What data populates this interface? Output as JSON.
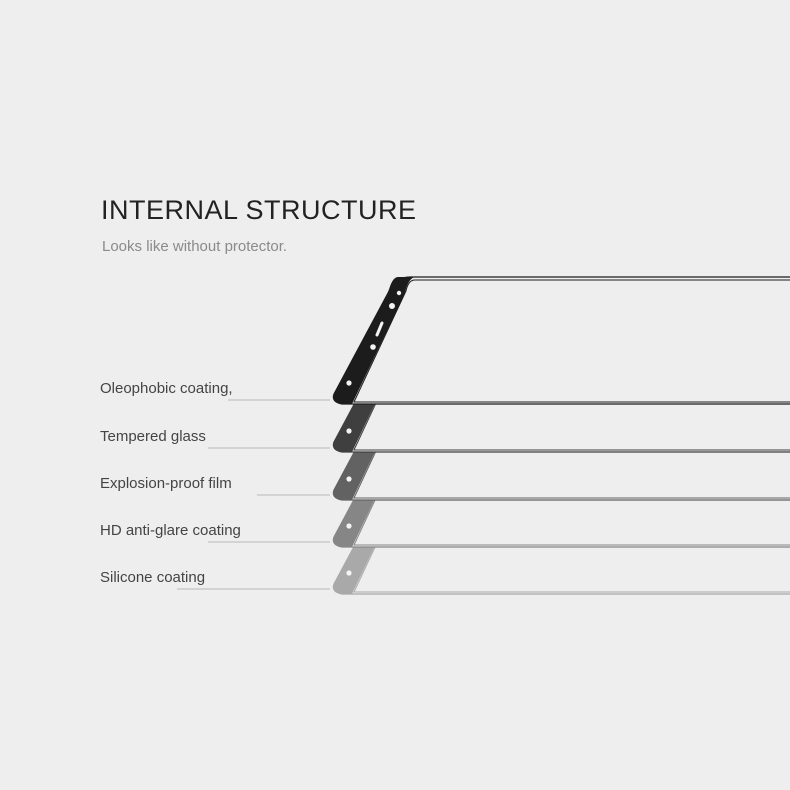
{
  "diagram": {
    "title": "INTERNAL STRUCTURE",
    "subtitle": "Looks like without protector.",
    "layers": [
      {
        "label": "Oleophobic coating,",
        "color": "#1c1c1c"
      },
      {
        "label": "Tempered glass",
        "color": "#3f3f3f"
      },
      {
        "label": "Explosion-proof film",
        "color": "#626262"
      },
      {
        "label": "HD anti-glare coating",
        "color": "#868686"
      },
      {
        "label": "Silicone coating",
        "color": "#a9a9a9"
      }
    ],
    "colors": {
      "background": "#eeeeee",
      "title": "#222222",
      "subtitle": "#8a8a8a",
      "label": "#444444",
      "leader_line": "#b8b8b8"
    }
  }
}
